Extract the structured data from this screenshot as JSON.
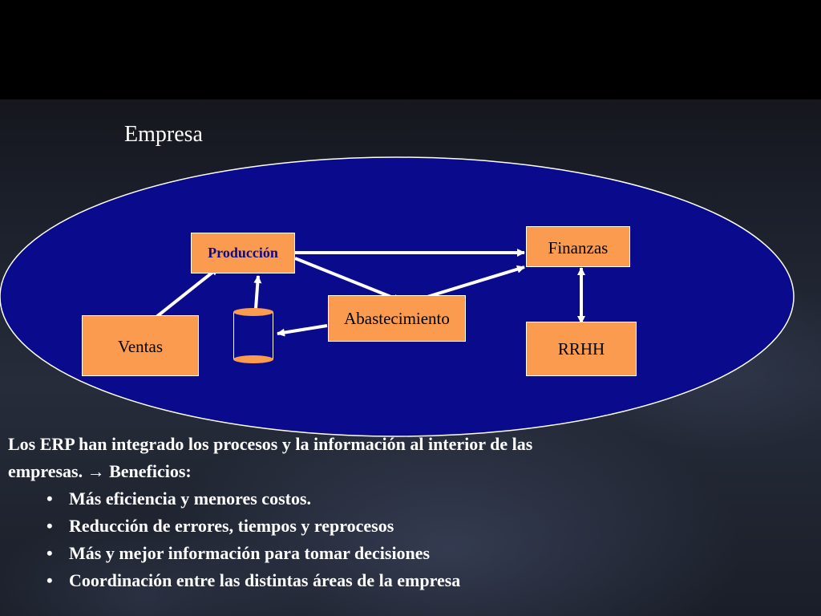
{
  "diagram": {
    "title": "Empresa",
    "nodes": {
      "produccion": "Producción",
      "finanzas": "Finanzas",
      "abastecimiento": "Abastecimiento",
      "ventas": "Ventas",
      "rrhh": "RRHH"
    }
  },
  "text": {
    "intro_line1": "Los ERP han integrado los procesos y la información al interior de las",
    "intro_line2_a": "empresas.",
    "arrow_symbol": "→",
    "intro_line2_b": "Beneficios:",
    "bullet_symbol": "•",
    "bullets": [
      "Más eficiencia y menores costos.",
      "Reducción de errores, tiempos y reprocesos",
      "Más y mejor información para tomar decisiones",
      "Coordinación entre las distintas áreas de la empresa"
    ]
  },
  "colors": {
    "ellipse_fill": "#0a0a8c",
    "box_fill": "#fb9b4f",
    "arrow": "#ffffff",
    "text": "#ffffff"
  }
}
